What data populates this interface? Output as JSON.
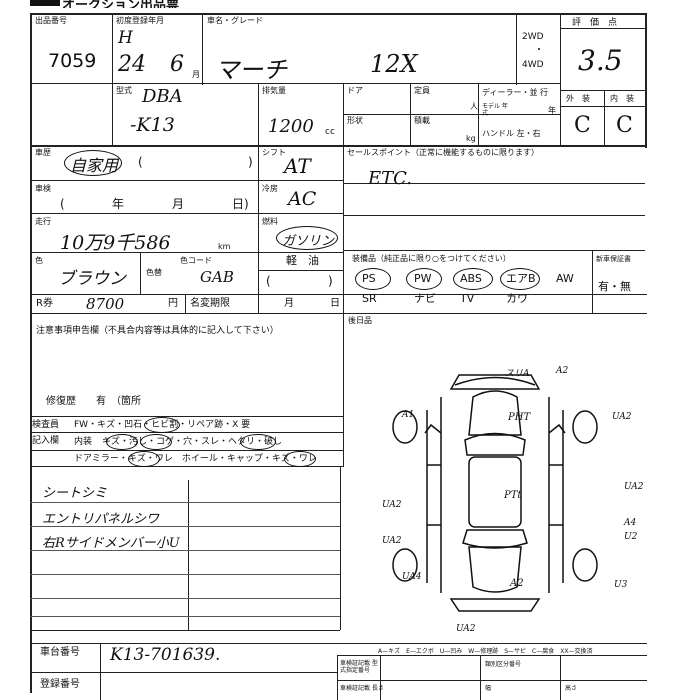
{
  "header": {
    "title_partial": "オークション出品票"
  },
  "sheet": {
    "lot_label": "出品番号",
    "lot_number": "7059",
    "first_reg_label": "初度登録年月",
    "era": "H",
    "year": "24",
    "month": "6",
    "month_unit": "月",
    "car_name_label": "車名・グレード",
    "car_name": "マーチ",
    "grade": "12X",
    "drive_2wd": "2WD",
    "drive_4wd": "4WD",
    "score_label": "評　価　点",
    "score": "3.5",
    "model_label": "型式",
    "model_line1": "DBA",
    "model_line2": "-K13",
    "cc_label": "排気量",
    "cc_value": "1200",
    "cc_unit": "cc",
    "door_label": "ドア",
    "seats_label": "定員",
    "seats_unit": "人",
    "dealer_label": "ディーラー・並 行",
    "model_year_label": "モデル 年式",
    "year_unit": "年",
    "shape_label": "形状",
    "load_label": "積載",
    "load_unit": "kg",
    "handle_label": "ハンドル 左・右",
    "ext_label": "外　装",
    "int_label": "内　装",
    "ext_grade": "C",
    "int_grade": "C",
    "color_label": "車歴",
    "history_value": "自家用",
    "history_paren_open": "(",
    "history_paren_close": ")",
    "shift_label": "シフト",
    "shift_value": "AT",
    "sales_label": "セールスポイント（正常に機能するものに限ります）",
    "sales_value": "ETC.",
    "inspection_label": "車検",
    "inspection_year": "年",
    "inspection_month": "月",
    "inspection_day": "日)",
    "inspection_paren": "(",
    "ac_label": "冷房",
    "ac_value": "AC",
    "mileage_label": "走行",
    "mileage_value": "10万9千586",
    "mileage_unit": "km",
    "fuel_label": "燃料",
    "fuel_gas": "ガソリン",
    "fuel_diesel": "軽　油",
    "fuel_paren_open": "(",
    "fuel_paren_close": ")",
    "body_color_label": "色",
    "body_color_value": "ブラウン",
    "color_code_label": "色コード",
    "color_code_value": "GAB",
    "color_change_label": "色替",
    "equipment_label": "装備品（純正品に限り○をつけてください）",
    "new_car_warranty_label": "新車保証書",
    "warranty_value": "有・無",
    "equip_row1": [
      "PS",
      "PW",
      "ABS",
      "エアB",
      "AW"
    ],
    "equip_row2": [
      "SR",
      "ナビ",
      "TV",
      "カワ"
    ],
    "recycle_label": "R券",
    "recycle_value": "8700",
    "recycle_unit": "円",
    "name_change_label": "名変期限",
    "name_change_month": "月",
    "name_change_day": "日",
    "after_label": "後日品",
    "notes_label": "注意事項申告欄（不具合内容等は具体的に記入して下さい）",
    "repair_label": "修復歴　　有　（箇所",
    "checker_label1": "検査員",
    "checker_label2": "記入欄",
    "check_row1": "FW・キズ・凹石・ヒビ割・リペア跡・X 要",
    "check_row2_prefix": "内装",
    "check_row2": "キズ・汚し・コゲ・穴・スレ・ヘタリ・破し",
    "check_row3": "ドアミラー・キズ・ワレ　ホイール・キャップ・キズ・ワレ",
    "remarks": [
      "シートシミ",
      "エントリパネルシワ",
      "右Rサイドメンバー小U"
    ],
    "diagram_marks": [
      "スリA",
      "A2",
      "A1",
      "UA2",
      "PHT",
      "UA2",
      "PTt",
      "UA2",
      "UA2",
      "UA4",
      "A4",
      "U2",
      "A2",
      "U3",
      "UA2"
    ],
    "legend_text": "A—キズ　E—エクボ　U—凹み　W—修理跡　S—サビ　C—腐食　XX—交換済",
    "chassis_label": "車台番号",
    "chassis_value": "K13-701639.",
    "reg_label": "登録番号",
    "small_labels": [
      "車検証記載 型式指定番号",
      "類別区分番号",
      "車検証記載 長さ",
      "幅",
      "高さ"
    ]
  }
}
